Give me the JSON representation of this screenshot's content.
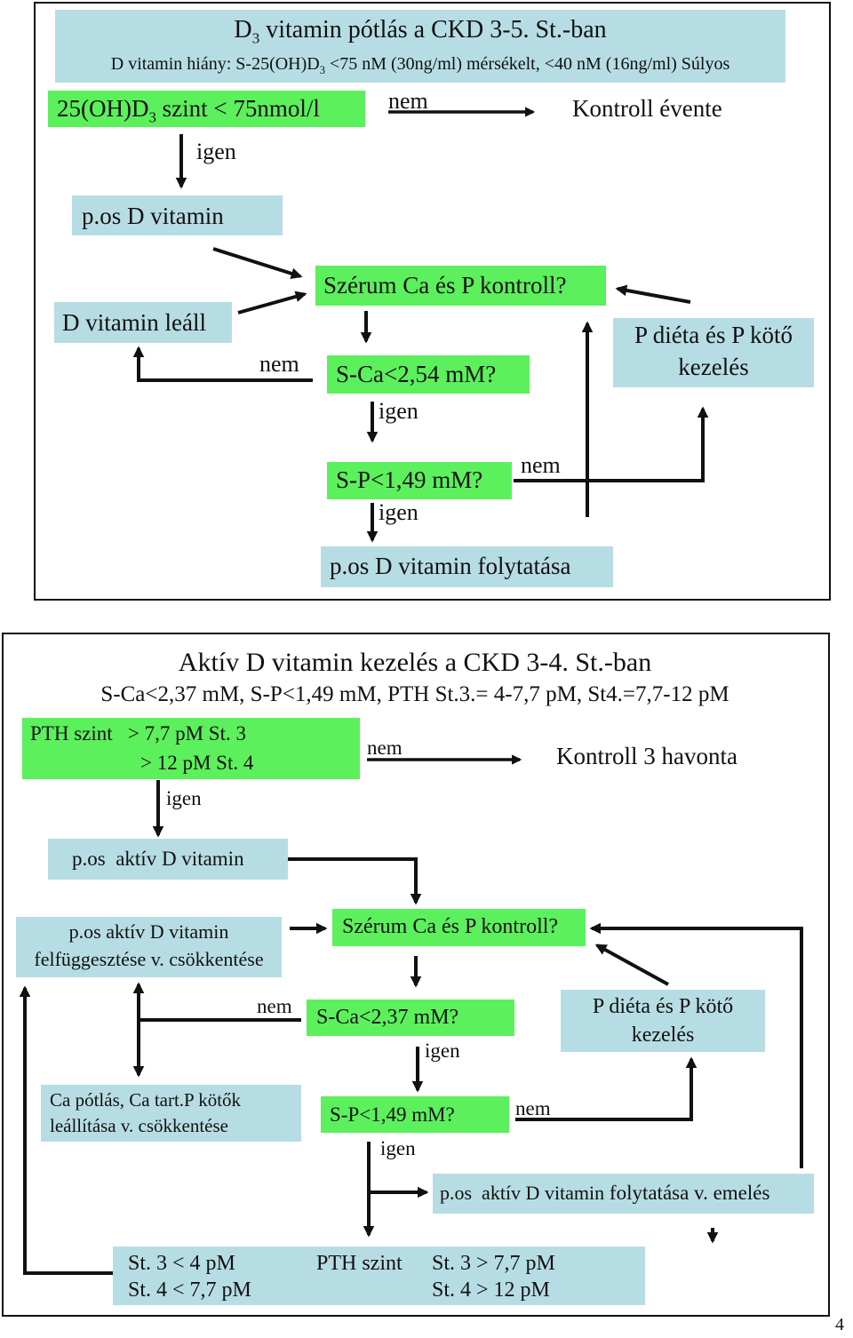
{
  "top": {
    "title_pre": "D",
    "title_sub": "3",
    "title_post": " vitamin pótlás a CKD 3-5. St.-ban",
    "subtitle_pre": "D vitamin hiány: S-25(OH)D",
    "subtitle_sub": "3",
    "subtitle_post": " <75 nM (30ng/ml) mérsékelt, <40 nM (16ng/ml) Súlyos",
    "check_pre": "25(OH)D",
    "check_sub": "3",
    "check_post": " szint < 75nmol/l",
    "nem_1": "nem",
    "control_yearly": "Kontroll évente",
    "igen_1": "igen",
    "oral_d": "p.os D vitamin",
    "d_stops": "D vitamin leáll",
    "serum_check": "Szérum Ca és P kontroll?",
    "p_diet_line1": "P diéta és P kötő",
    "p_diet_line2": "kezelés",
    "nem_2": "nem",
    "sca_check": "S-Ca<2,54 mM?",
    "igen_2": "igen",
    "sp_check": "S-P<1,49 mM?",
    "nem_3": "nem",
    "igen_3": "igen",
    "continue": "p.os D vitamin folytatása"
  },
  "bottom": {
    "title": "Aktív D vitamin kezelés a CKD 3-4. St.-ban",
    "subtitle": "S-Ca<2,37 mM, S-P<1,49 mM, PTH St.3.= 4-7,7 pM, St4.=7,7-12 pM",
    "pth_line1": "PTH szint   > 7,7 pM St. 3",
    "pth_line2": "> 12 pM St. 4",
    "nem_1": "nem",
    "control_quarterly": "Kontroll 3 havonta",
    "igen_1": "igen",
    "oral_active": "p.os  aktív D vitamin",
    "suspend_line1": "p.os aktív D vitamin",
    "suspend_line2": "felfüggesztése v. csökkentése",
    "serum_check": "Szérum Ca és P kontroll?",
    "nem_2": "nem",
    "sca_check": "S-Ca<2,37 mM?",
    "p_diet_line1": "P diéta és P kötő",
    "p_diet_line2": "kezelés",
    "igen_2": "igen",
    "ca_line1": "Ca pótlás, Ca tart.P kötők",
    "ca_line2": "leállítása v. csökkentése",
    "sp_check": "S-P<1,49 mM?",
    "nem_3": "nem",
    "igen_3": "igen",
    "continue_pre": "p.os  aktív D vitamin",
    "continue_post": " folytatása v. emelés",
    "pth_low_1": "St. 3 < 4 pM",
    "pth_low_2": "St. 4 < 7,7 pM",
    "pth_label": "PTH szint",
    "pth_high_1": "St. 3 > 7,7 pM",
    "pth_high_2": "St. 4 > 12 pM"
  },
  "page_number": "4"
}
